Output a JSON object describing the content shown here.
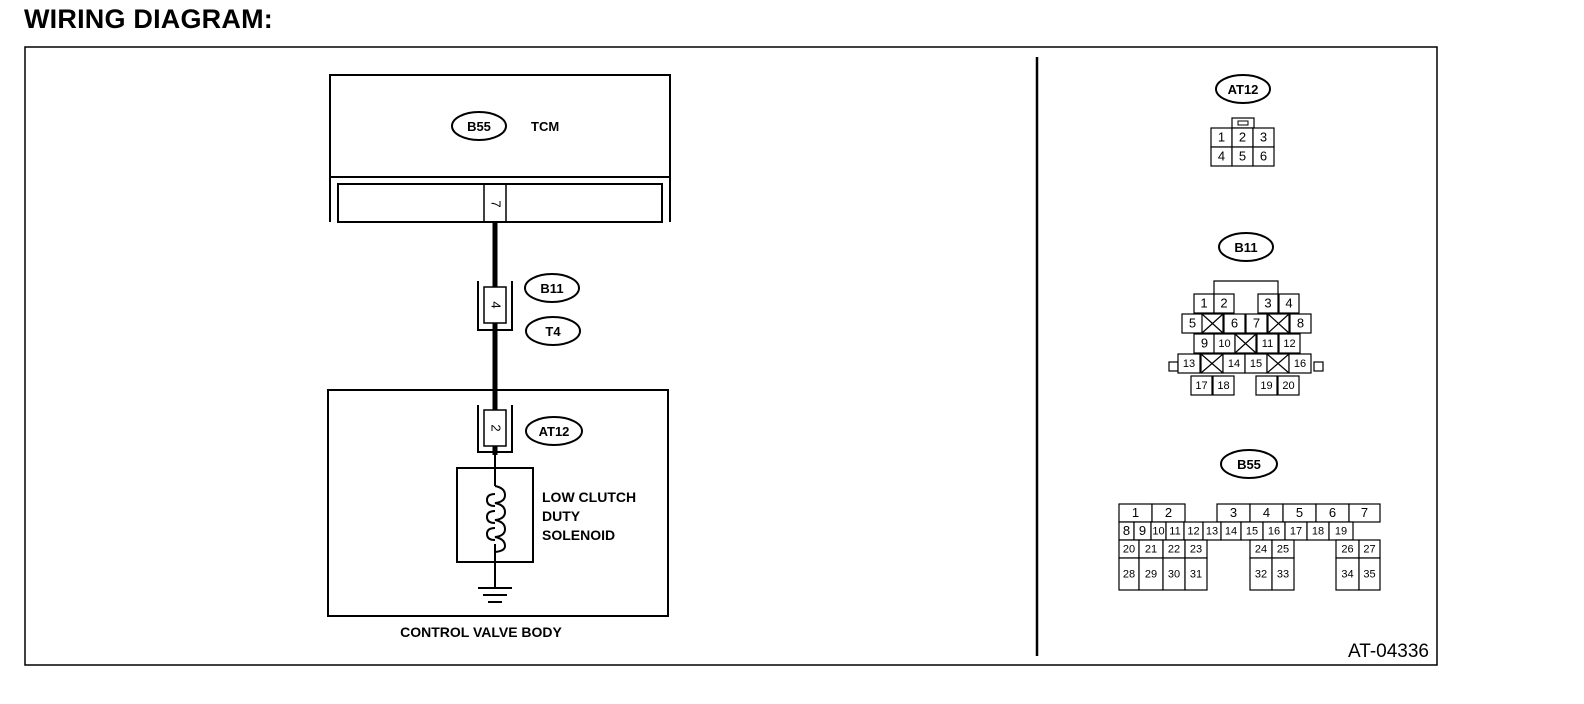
{
  "title": "WIRING DIAGRAM:",
  "tcm": {
    "connector": "B55",
    "label": "TCM",
    "pin": "7"
  },
  "joint": {
    "connector_top": "B11",
    "connector_bottom": "T4",
    "pin": "4"
  },
  "valve_body": {
    "label": "CONTROL VALVE BODY",
    "connector": "AT12",
    "pin": "2",
    "solenoid_lines": [
      "LOW CLUTCH",
      "DUTY",
      "SOLENOID"
    ]
  },
  "connectors": {
    "at12": {
      "name": "AT12",
      "rows": [
        [
          "1",
          "2",
          "3"
        ],
        [
          "4",
          "5",
          "6"
        ]
      ]
    },
    "b11": {
      "name": "B11",
      "rows": [
        [
          "1",
          "2",
          "",
          "3",
          "4"
        ],
        [
          "5",
          "X",
          "6",
          "7",
          "X",
          "8"
        ],
        [
          "9",
          "10",
          "X",
          "11",
          "12"
        ],
        [
          "13",
          "X",
          "14",
          "15",
          "X",
          "16"
        ],
        [
          "17",
          "18",
          "19",
          "20"
        ]
      ]
    },
    "b55": {
      "name": "B55",
      "row1": [
        "1",
        "2",
        "3",
        "4",
        "5",
        "6",
        "7"
      ],
      "row2": [
        "8",
        "9",
        "10",
        "11",
        "12",
        "13",
        "14",
        "15",
        "16",
        "17",
        "18",
        "19"
      ],
      "row3": [
        "20",
        "21",
        "22",
        "23",
        "24",
        "25",
        "26",
        "27"
      ],
      "row4": [
        "28",
        "29",
        "30",
        "31",
        "32",
        "33",
        "34",
        "35"
      ]
    }
  },
  "figure_code": "AT-04336"
}
